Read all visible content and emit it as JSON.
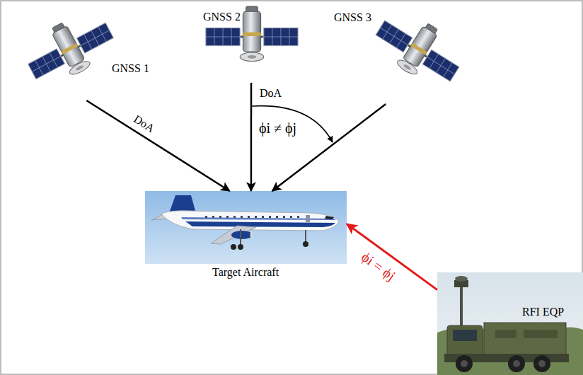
{
  "diagram": {
    "nodes": [
      {
        "text": [
          "GNSS 1"
        ]
      },
      {
        "text": [
          "GNSS 2"
        ]
      },
      {
        "text": [
          "GNSS 3"
        ]
      },
      {
        "text": [
          "Target Aircraft"
        ]
      },
      {
        "text": [
          "RFI EQP"
        ]
      }
    ],
    "edges": [
      {
        "from": 0,
        "to": 3,
        "arrow": "to",
        "label": "DoA"
      },
      {
        "from": 1,
        "to": 3,
        "arrow": "to",
        "label": "DoA"
      },
      {
        "from": 2,
        "to": 3,
        "arrow": "to"
      },
      {
        "from": 4,
        "to": 3,
        "arrow": "to",
        "label": "ϕi = ϕj"
      }
    ],
    "labels": [
      "ϕi ≠ ϕj"
    ]
  }
}
